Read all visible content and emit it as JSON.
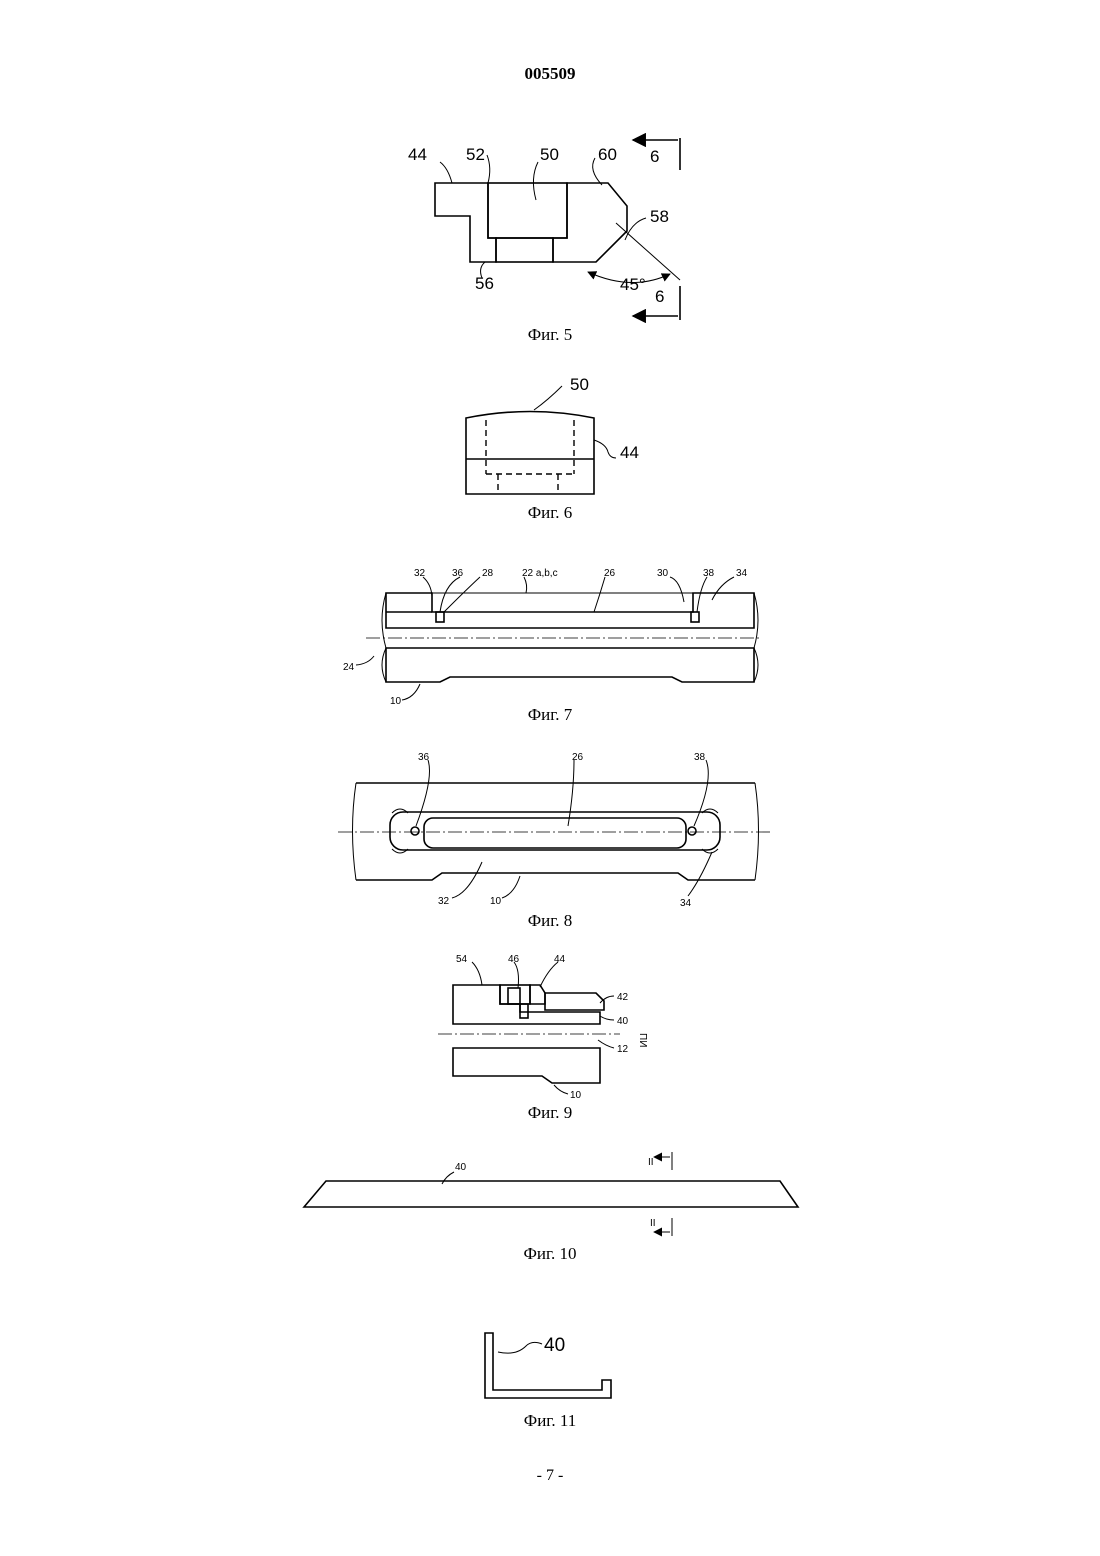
{
  "header": {
    "doc_number": "005509"
  },
  "footer": {
    "page_number": "- 7 -"
  },
  "figures": {
    "fig5": {
      "caption": "Фиг. 5",
      "labels": {
        "l44": "44",
        "l52": "52",
        "l50": "50",
        "l60": "60",
        "l58": "58",
        "l56": "56",
        "angle": "45°",
        "sec_top": "6",
        "sec_bottom": "6"
      }
    },
    "fig6": {
      "caption": "Фиг. 6",
      "labels": {
        "l50": "50",
        "l44": "44"
      }
    },
    "fig7": {
      "caption": "Фиг. 7",
      "labels": {
        "l32": "32",
        "l36": "36",
        "l28": "28",
        "l22": "22 a,b,c",
        "l26": "26",
        "l30": "30",
        "l38": "38",
        "l34": "34",
        "l24": "24",
        "l10": "10"
      }
    },
    "fig8": {
      "caption": "Фиг. 8",
      "labels": {
        "l36": "36",
        "l26": "26",
        "l38": "38",
        "l32": "32",
        "l10": "10",
        "l34": "34"
      }
    },
    "fig9": {
      "caption": "Фиг. 9",
      "labels": {
        "l54": "54",
        "l46": "46",
        "l44": "44",
        "l42": "42",
        "l40": "40",
        "l12": "12",
        "l10": "10",
        "side": "ПИ"
      }
    },
    "fig10": {
      "caption": "Фиг. 10",
      "labels": {
        "l40": "40",
        "sec_top": "II",
        "sec_bottom": "II"
      }
    },
    "fig11": {
      "caption": "Фиг. 11",
      "labels": {
        "l40": "40"
      }
    }
  }
}
